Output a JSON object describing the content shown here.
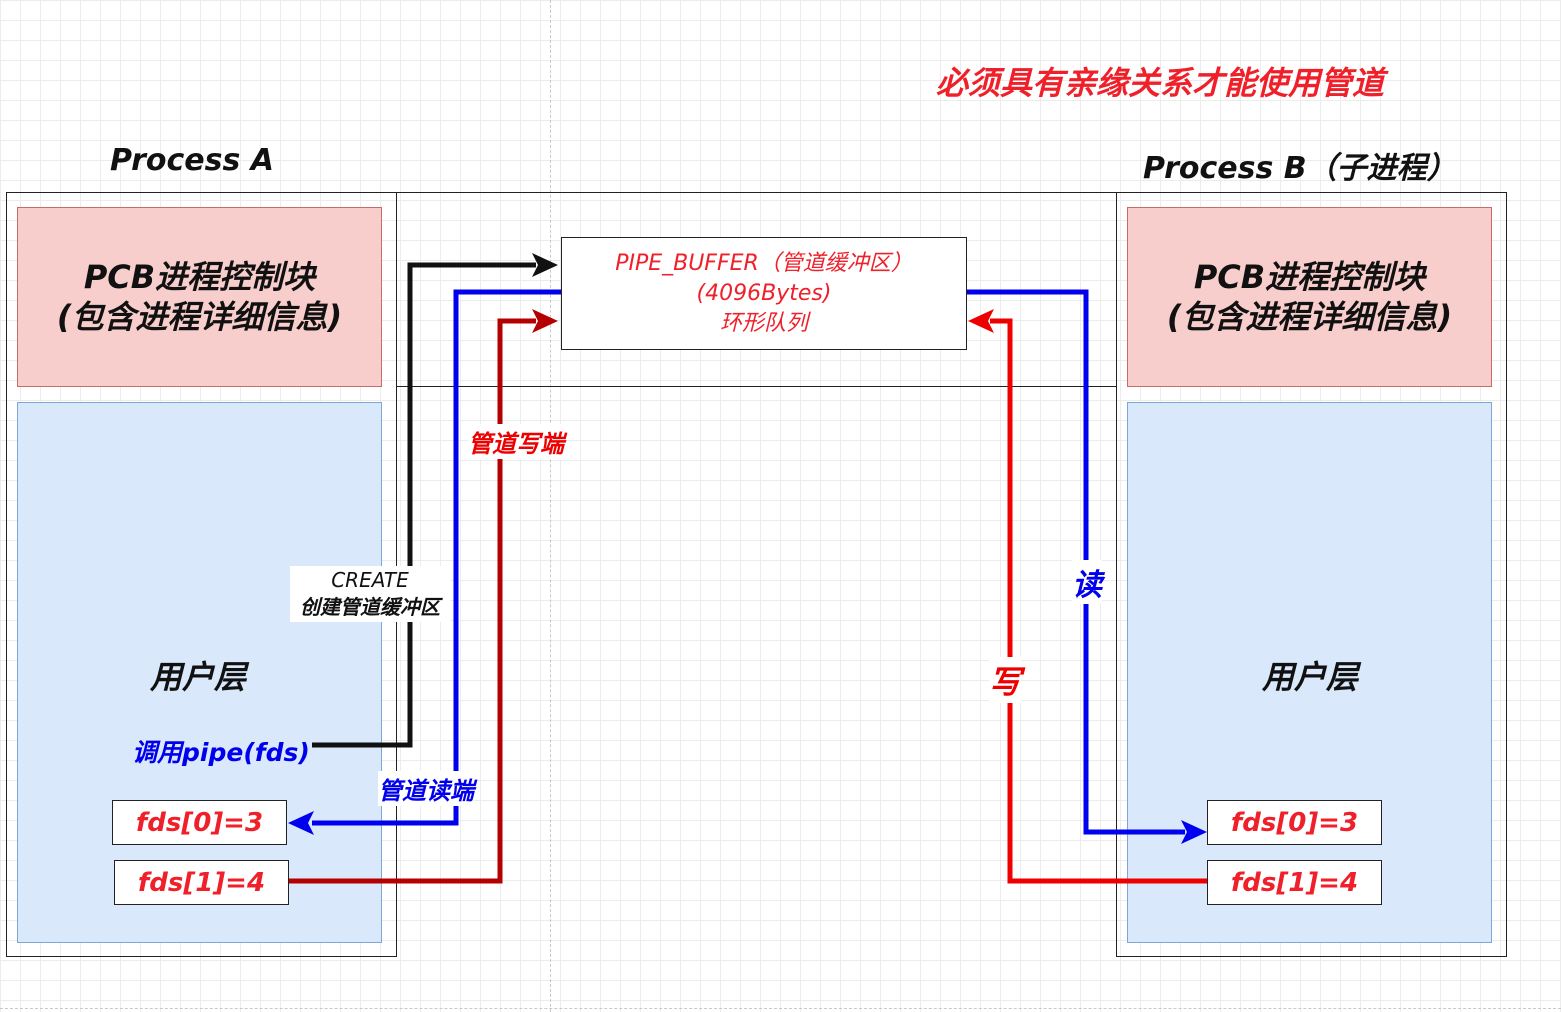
{
  "top_note": "必须具有亲缘关系才能使用管道",
  "process_a": {
    "title": "Process A",
    "pcb_line1": "PCB进程控制块",
    "pcb_line2": "(包含进程详细信息)",
    "user_layer": "用户层",
    "pipe_call": "调用pipe(fds)",
    "fd0": "fds[0]=3",
    "fd1": "fds[1]=4"
  },
  "process_b": {
    "title": "Process B（子进程）",
    "pcb_line1": "PCB进程控制块",
    "pcb_line2": "(包含进程详细信息)",
    "user_layer": "用户层",
    "fd0": "fds[0]=3",
    "fd1": "fds[1]=4"
  },
  "pipe_buffer": {
    "line1": "PIPE_BUFFER（管道缓冲区）",
    "line2": "(4096Bytes)",
    "line3": "环形队列"
  },
  "labels": {
    "create_line1": "CREATE",
    "create_line2": "创建管道缓冲区",
    "write_end": "管道写端",
    "read_end": "管道读端",
    "read": "读",
    "write": "写"
  },
  "colors": {
    "black_line": "#111111",
    "blue_line": "#0000ee",
    "dark_red_line": "#b50000",
    "red_line": "#ee0000",
    "note_red": "#f0202a",
    "pcb_fill": "#f8cecc",
    "user_fill": "#dae8fc"
  }
}
